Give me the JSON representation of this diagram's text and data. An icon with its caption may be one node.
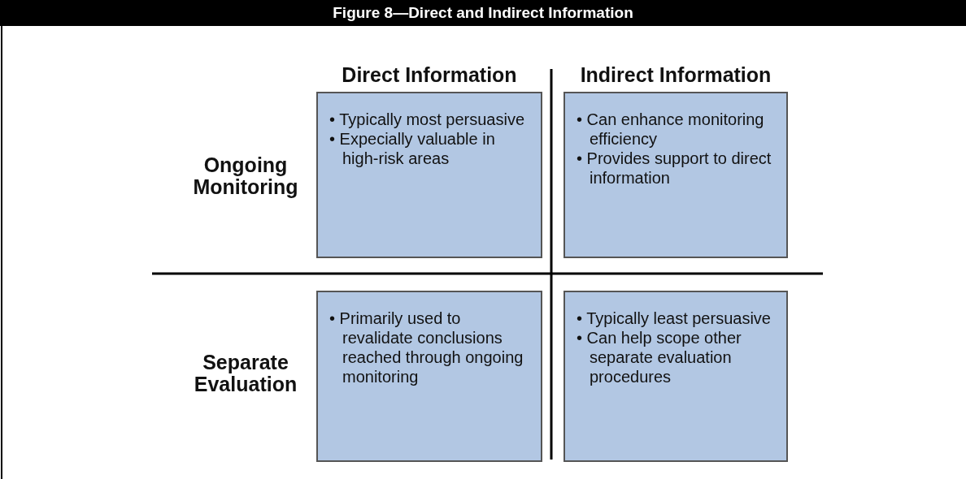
{
  "diagram": {
    "title": "Figure 8—Direct and Indirect Information",
    "nodes": [
      {
        "text": [
          "• Typically most persuasive",
          "• Expecially valuable in high-risk areas"
        ]
      },
      {
        "text": [
          "• Can enhance monitoring efficiency",
          "• Provides support to direct information"
        ]
      },
      {
        "text": [
          "• Primarily used to revalidate conclusions reached through ongoing monitoring"
        ]
      },
      {
        "text": [
          "• Typically least persuasive",
          "• Can help scope other separate evaluation procedures"
        ]
      }
    ],
    "labels": [
      "Direct Information",
      "Indirect Information",
      "Ongoing Monitoring",
      "Separate Evaluation"
    ]
  }
}
